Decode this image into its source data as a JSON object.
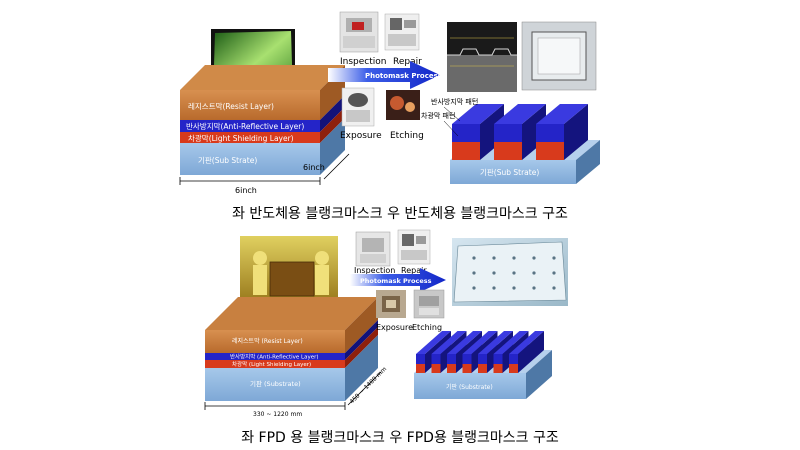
{
  "top": {
    "layers": {
      "resist": "레지스트막(Resist Layer)",
      "arl": "반사방지막(Anti-Reflective Layer)",
      "shield": "차광막(Light Shielding Layer)",
      "substrate": "기판(Sub Strate)"
    },
    "dim_width": "6inch",
    "dim_depth": "6inch",
    "process": {
      "inspection": "Inspection",
      "repair": "Repair",
      "arrow": "Photomask Process",
      "exposure": "Exposure",
      "etching": "Etching"
    },
    "result": {
      "arl_label": "반사방지막 패턴",
      "shield_label": "차광막 패턴",
      "substrate": "기판(Sub Strate)"
    },
    "caption": "좌 반도체용 블랭크마스크 우 반도체용 블랭크마스크 구조"
  },
  "bottom": {
    "layers": {
      "resist": "레지스트막 (Resist Layer)",
      "arl": "반사방지막 (Anti-Reflective Layer)",
      "shield": "차광막 (Light Shielding Layer)",
      "substrate": "기판 (Substrate)"
    },
    "dim_width": "330 ~ 1220 mm",
    "dim_depth": "450 ~ 1400 mm",
    "process": {
      "inspection": "Inspection",
      "repair": "Repair",
      "arrow": "Photomask Process",
      "exposure": "Exposure",
      "etching": "Etching"
    },
    "result": {
      "substrate": "기판 (Substrate)"
    },
    "caption": "좌  FPD 용 블랭크마스크 우 FPD용 블랭크마스크 구조"
  },
  "colors": {
    "resist": "#c87a3c",
    "arl": "#2424c8",
    "shield": "#d83a1c",
    "substrate": "#8ab4de",
    "arrow": "#1e3cd8"
  }
}
